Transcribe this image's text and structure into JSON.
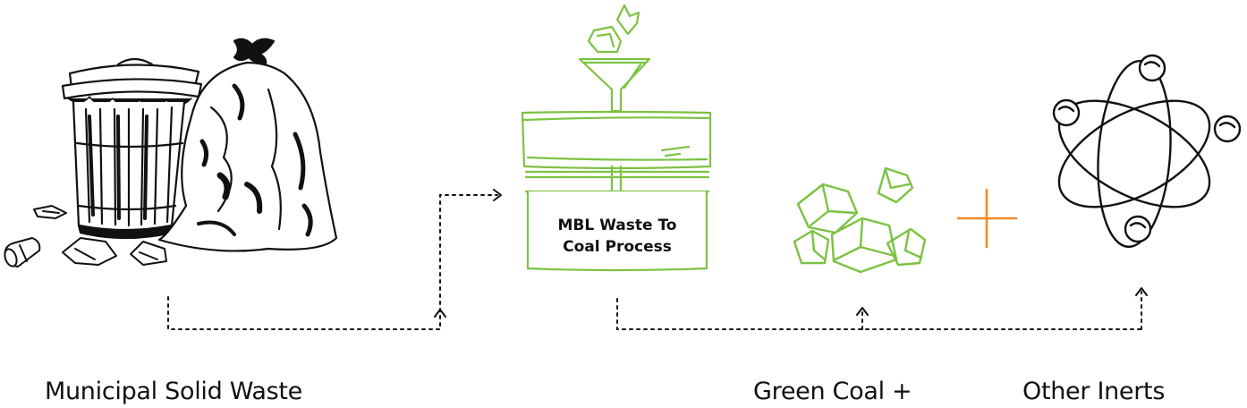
{
  "diagram": {
    "process_label_line1": "MBL Waste To",
    "process_label_line2": "Coal Process",
    "input_label": "Municipal Solid Waste",
    "output1_label": "Green Coal +",
    "output2_label": "Other Inerts"
  },
  "colors": {
    "ink": "#111111",
    "green": "#7cc242",
    "orange": "#f08a24"
  },
  "icons": {
    "trash_can": "trash-can-icon",
    "garbage_bag": "garbage-bag-icon",
    "funnel": "funnel-icon",
    "machine": "machine-icon",
    "coal_chunks": "coal-chunks-icon",
    "plus": "plus-icon",
    "atom": "atom-icon"
  }
}
